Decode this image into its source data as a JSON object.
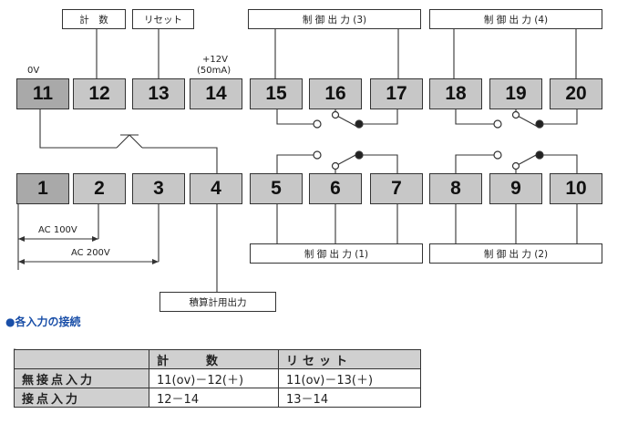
{
  "labels": {
    "count": "計　数",
    "reset": "リセット",
    "out3": "制 御 出 力 (3)",
    "out4": "制 御 出 力 (4)",
    "out1": "制 御 出 力 (1)",
    "out2": "制 御 出 力 (2)",
    "totalizer": "積算計用出力"
  },
  "annotations": {
    "zero_v": "0V",
    "plus12v_line1": "+12V",
    "plus12v_line2": "(50mA)",
    "ac100": "AC 100V",
    "ac200": "AC 200V"
  },
  "terminals": {
    "t1": "1",
    "t2": "2",
    "t3": "3",
    "t4": "4",
    "t5": "5",
    "t6": "6",
    "t7": "7",
    "t8": "8",
    "t9": "9",
    "t10": "10",
    "t11": "11",
    "t12": "12",
    "t13": "13",
    "t14": "14",
    "t15": "15",
    "t16": "16",
    "t17": "17",
    "t18": "18",
    "t19": "19",
    "t20": "20"
  },
  "section_title": "●各入力の接続",
  "table": {
    "headers": [
      "計　　数",
      "リセット"
    ],
    "rows": [
      {
        "label": "無接点入力",
        "count": "11(ov)－12(＋)",
        "reset": "11(ov)－13(＋)"
      },
      {
        "label": "接点入力",
        "count": "12－14",
        "reset": "13－14"
      }
    ]
  }
}
